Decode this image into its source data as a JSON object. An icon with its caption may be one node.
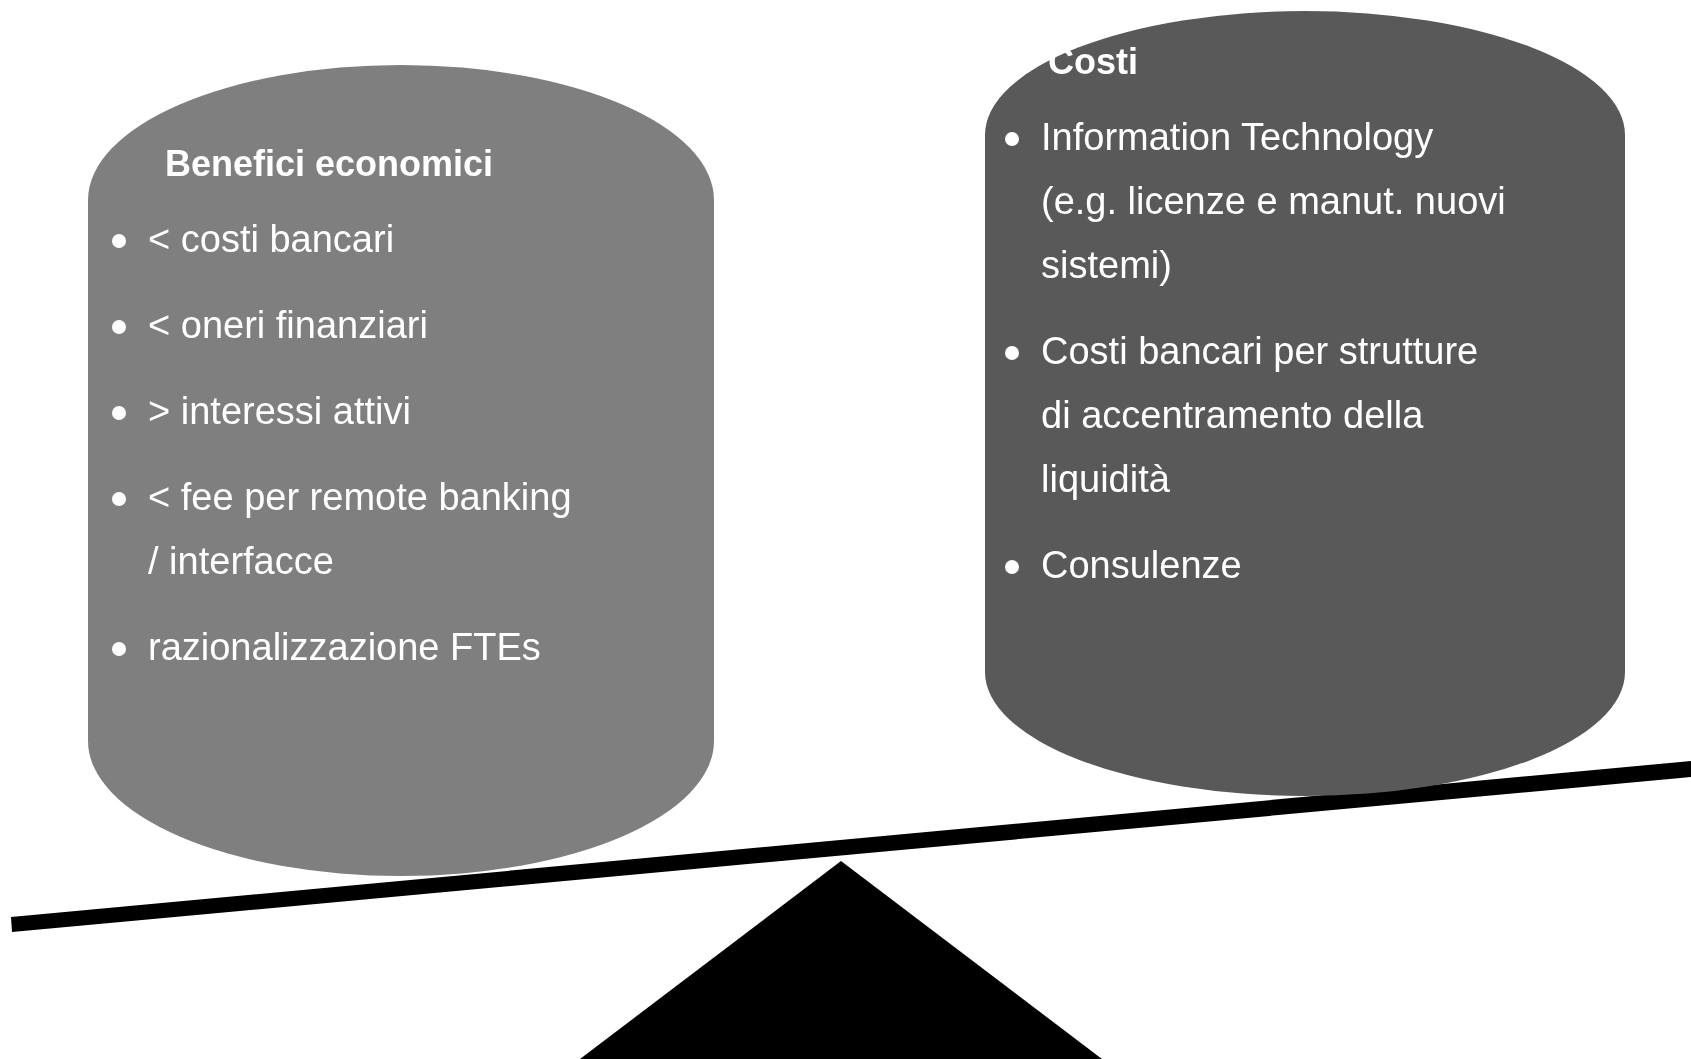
{
  "diagram": {
    "nodes": [
      {
        "text": [
          "Benefici economici",
          "< costi bancari",
          "< oneri finanziari",
          "> interessi attivi",
          "< fee per remote banking / interfacce",
          "razionalizzazione FTEs"
        ]
      },
      {
        "text": [
          "Costi",
          "Information Technology (e.g. licenze e manut. nuovi sistemi)",
          "Costi bancari per strutture di accentramento della liquidità",
          "Consulenze"
        ]
      }
    ]
  }
}
